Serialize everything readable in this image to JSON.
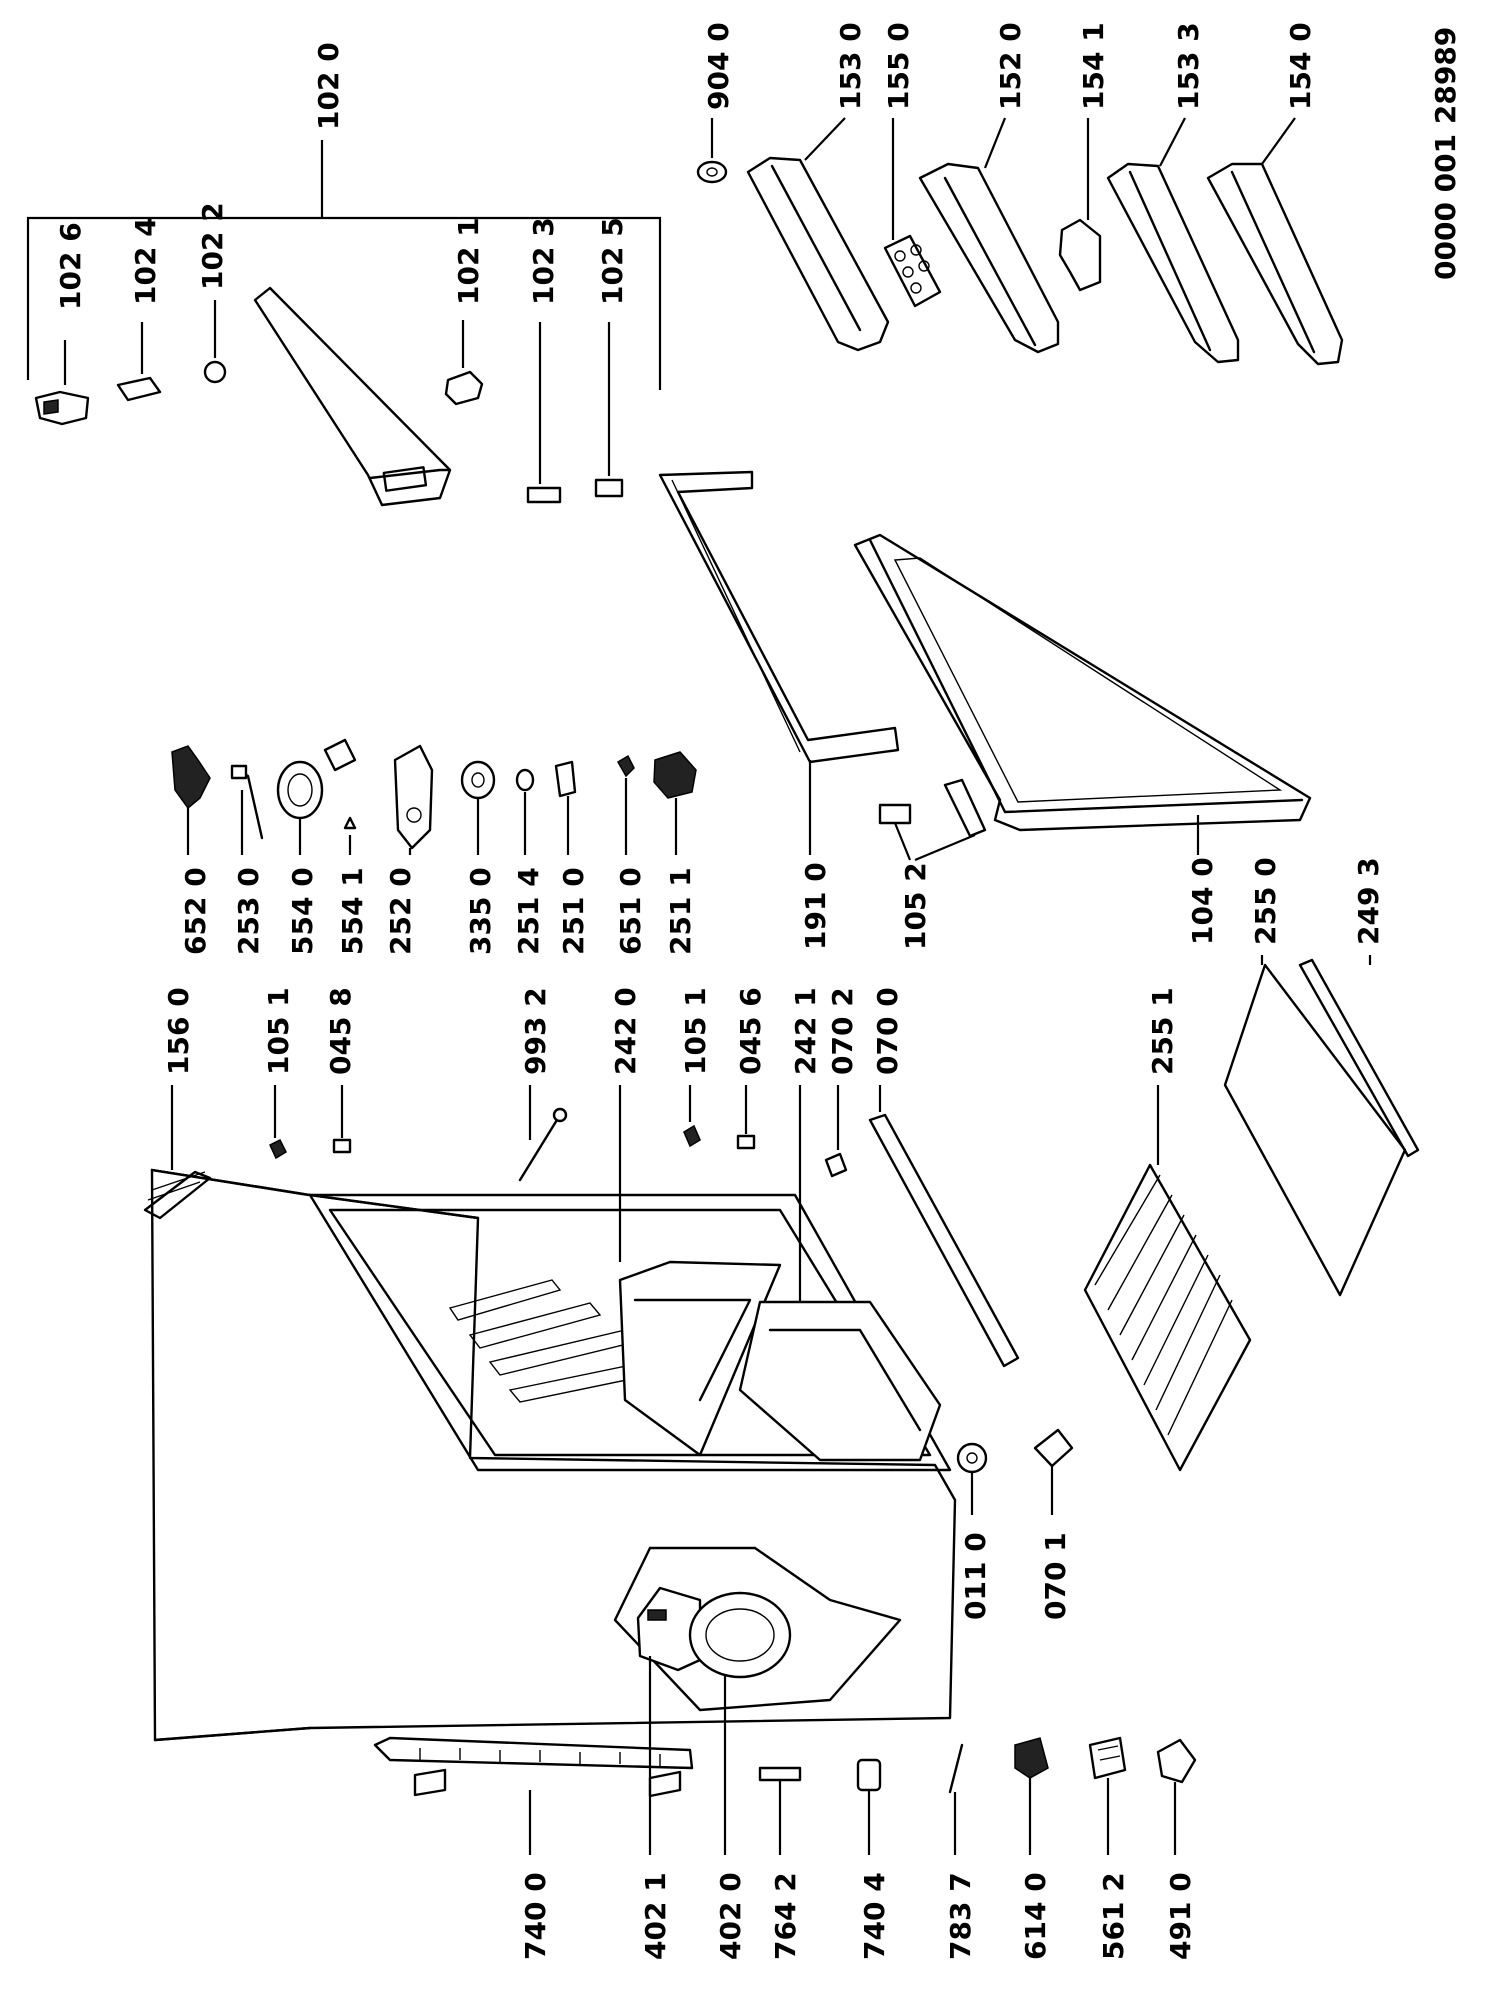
{
  "document_code": "0000 001 28989",
  "parts": {
    "p1026": "102 6",
    "p1024": "102 4",
    "p1022": "102 2",
    "p1020": "102 0",
    "p1021": "102 1",
    "p1023": "102 3",
    "p1025": "102 5",
    "p9040": "904 0",
    "p1530": "153 0",
    "p1550": "155 0",
    "p1520": "152 0",
    "p1541": "154 1",
    "p1533": "153 3",
    "p1540": "154 0",
    "p1560": "156 0",
    "p1051a": "105 1",
    "p0458": "045 8",
    "p9932": "993 2",
    "p2420": "242 0",
    "p1051b": "105 1",
    "p0456": "045 6",
    "p2421": "242 1",
    "p0702": "070 2",
    "p0700": "070 0",
    "p2551": "255 1",
    "p6520": "652 0",
    "p2530": "253 0",
    "p5540": "554 0",
    "p5541": "554 1",
    "p2520": "252 0",
    "p3350": "335 0",
    "p2514": "251 4",
    "p2510": "251 0",
    "p6510": "651 0",
    "p2511": "251 1",
    "p1910": "191 0",
    "p1052": "105 2",
    "p1040": "104 0",
    "p2550": "255 0",
    "p2493": "249 3",
    "p0110": "011 0",
    "p0701": "070 1",
    "p7400": "740 0",
    "p4021": "402 1",
    "p4020": "402 0",
    "p7642": "764 2",
    "p7404": "740 4",
    "p7837": "783 7",
    "p6140": "614 0",
    "p5612": "561 2",
    "p4910": "491 0"
  }
}
